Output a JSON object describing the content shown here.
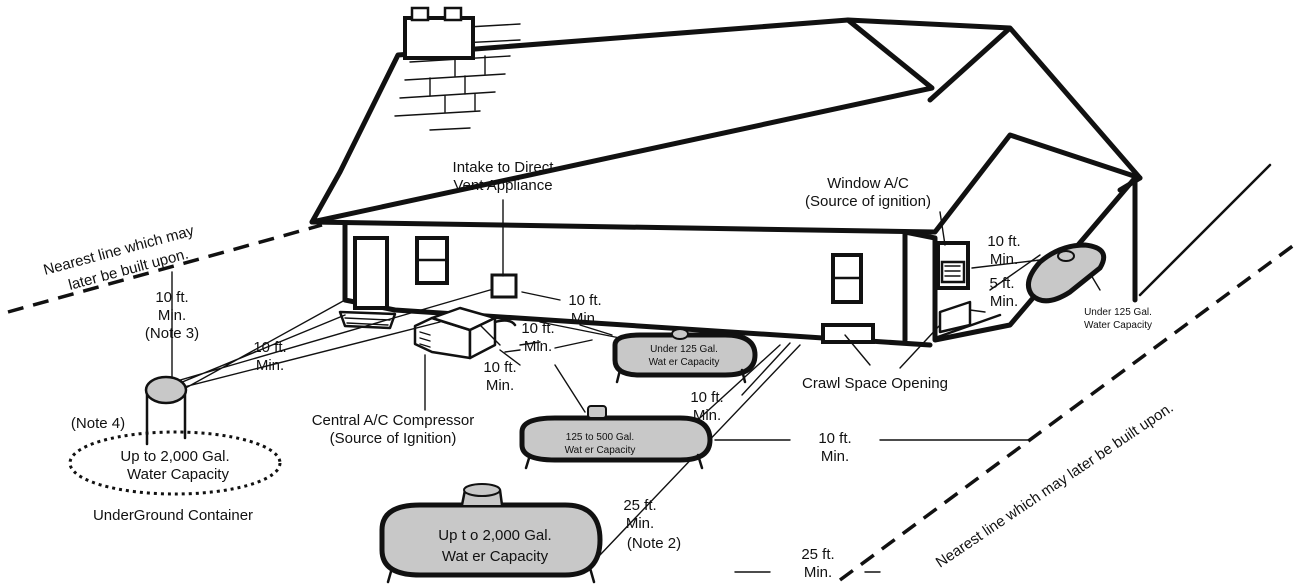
{
  "labels": {
    "intake_line1": "Intake to Direct",
    "intake_line2": "Vent Appliance",
    "window_ac_line1": "Window A/C",
    "window_ac_line2": "(Source of ignition)",
    "nearest_line_left_1": "Nearest line which may",
    "nearest_line_left_2": "later be built upon.",
    "nearest_line_right": "Nearest line which may later be built upon.",
    "note3_dist_1": "10 ft.",
    "note3_dist_2": "Min.",
    "note3": "(Note 3)",
    "note4": "(Note 4)",
    "note2": "(Note 2)",
    "dist_intake_left_1": "10 ft.",
    "dist_intake_left_2": "Min.",
    "dist_intake_right_1": "10 ft.",
    "dist_intake_right_2": "Min.",
    "dist_ac_tank_1": "10 ft.",
    "dist_ac_tank_2": "Min.",
    "dist_compressor_1": "10 ft.",
    "dist_compressor_2": "Min.",
    "dist_window_1": "10 ft.",
    "dist_window_2": "Min.",
    "dist_crawl_1": "5 ft.",
    "dist_crawl_2": "Min.",
    "dist_building_1": "10 ft.",
    "dist_building_2": "Min.",
    "dist_property_mid_1": "10 ft.",
    "dist_property_mid_2": "Min.",
    "dist_large_building_1": "25 ft.",
    "dist_large_building_2": "Min.",
    "dist_large_property_1": "25 ft.",
    "dist_large_property_2": "Min.",
    "central_ac_line1": "Central A/C Compressor",
    "central_ac_line2": "(Source of Ignition)",
    "crawl_space": "Crawl Space Opening",
    "underground_container": "UnderGround Container",
    "underground_tank_1": "Up to 2,000 Gal.",
    "underground_tank_2": "Water Capacity",
    "tank_under125_front_1": "Under 125 Gal.",
    "tank_under125_front_2": "Wat er Capacity",
    "tank_under125_side_1": "Under 125 Gal.",
    "tank_under125_side_2": "Water Capacity",
    "tank_125_500_1": "125 to 500 Gal.",
    "tank_125_500_2": "Wat er Capacity",
    "tank_2000_1": "Up t o 2,000 Gal.",
    "tank_2000_2": "Wat er Capacity"
  },
  "colors": {
    "ink": "#111111",
    "tank_fill": "#c8c8c8",
    "background": "#ffffff"
  }
}
